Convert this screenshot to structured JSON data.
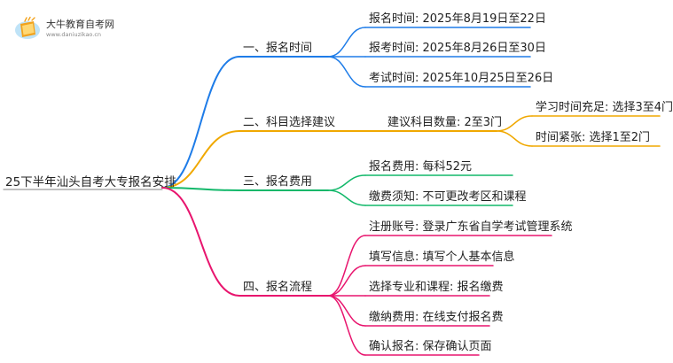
{
  "logo": {
    "title": "大牛教育自考网",
    "url": "www.daniuzikao.cn"
  },
  "root": "25下半年汕头自考大专报名安排",
  "branches": [
    {
      "label": "一、报名时间",
      "color": "#1e7ce8",
      "children": [
        {
          "label": "报名时间: 2025年8月19日至22日"
        },
        {
          "label": "报考时间: 2025年8月26日至30日"
        },
        {
          "label": "考试时间: 2025年10月25日至26日"
        }
      ]
    },
    {
      "label": "二、科目选择建议",
      "color": "#f0a800",
      "children": [
        {
          "label": "建议科目数量: 2至3门",
          "children": [
            {
              "label": "学习时间充足: 选择3至4门"
            },
            {
              "label": "时间紧张: 选择1至2门"
            }
          ]
        }
      ]
    },
    {
      "label": "三、报名费用",
      "color": "#12b86a",
      "children": [
        {
          "label": "报名费用: 每科52元"
        },
        {
          "label": "缴费须知: 不可更改考区和课程"
        }
      ]
    },
    {
      "label": "四、报名流程",
      "color": "#e8156e",
      "children": [
        {
          "label": "注册账号: 登录广东省自学考试管理系统"
        },
        {
          "label": "填写信息: 填写个人基本信息"
        },
        {
          "label": "选择专业和课程: 报名缴费"
        },
        {
          "label": "缴纳费用: 在线支付报名费"
        },
        {
          "label": "确认报名: 保存确认页面"
        }
      ]
    }
  ]
}
